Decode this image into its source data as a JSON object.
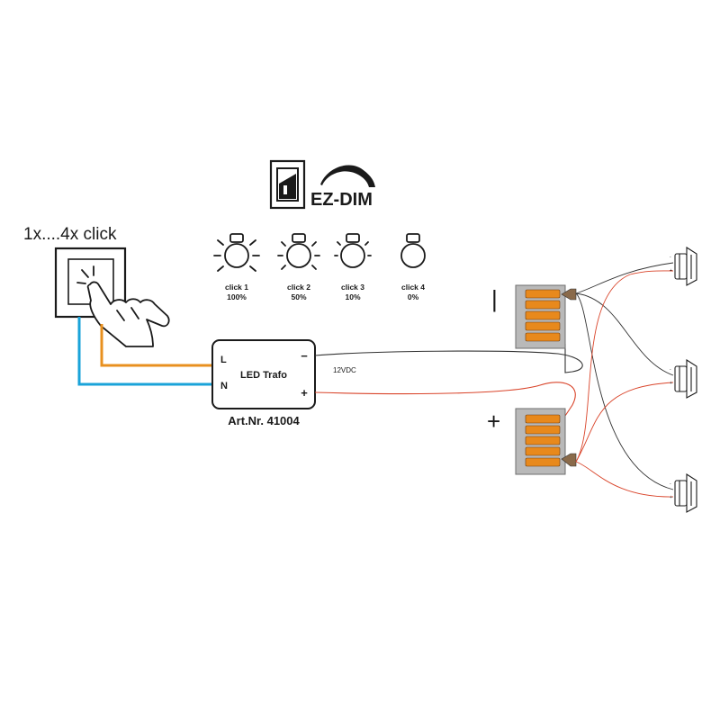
{
  "click_instruction": "1x....4x click",
  "brand": {
    "name": "EZ-DIM"
  },
  "dim_steps": [
    {
      "label": "click 1",
      "value": "100%"
    },
    {
      "label": "click 2",
      "value": "50%"
    },
    {
      "label": "click 3",
      "value": "10%"
    },
    {
      "label": "click 4",
      "value": "0%"
    }
  ],
  "transformer": {
    "name": "LED Trafo",
    "terminal_l": "L",
    "terminal_n": "N",
    "terminal_minus": "−",
    "terminal_plus": "+",
    "article": "Art.Nr. 41004",
    "output_voltage": "12VDC"
  },
  "connectors": {
    "minus_label": "|",
    "plus_label": "+"
  },
  "spot_terminals": {
    "minus": "-",
    "plus": "+"
  },
  "colors": {
    "live_wire": "#e8901f",
    "neutral_wire": "#1aa3d9",
    "positive_wire": "#d9442a",
    "negative_wire": "#333333",
    "connector_body": "#b9b9b9",
    "connector_lever": "#e8891c"
  }
}
